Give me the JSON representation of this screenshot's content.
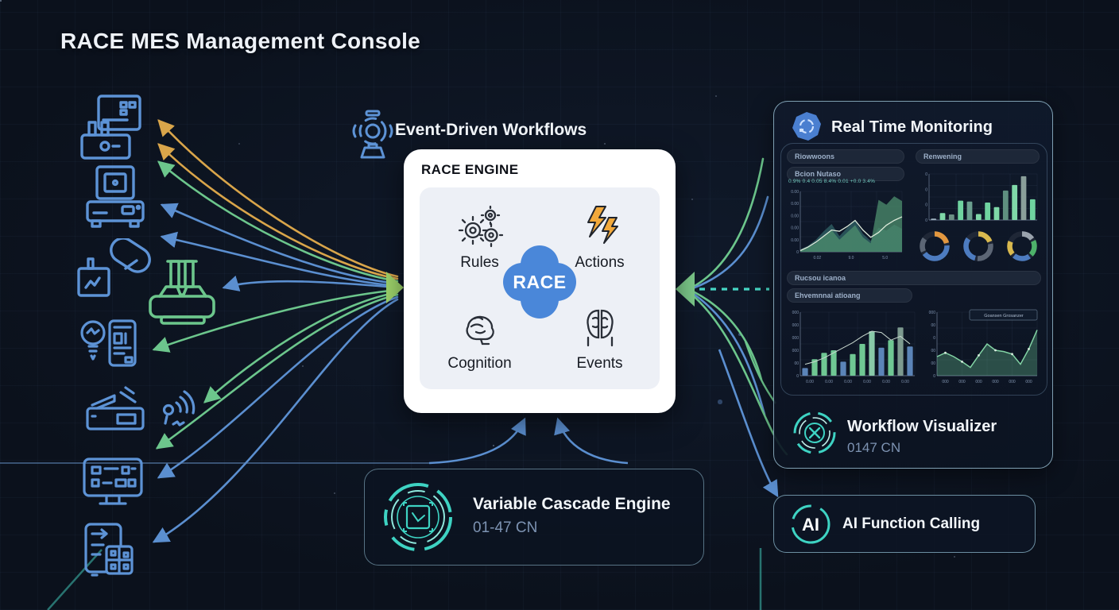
{
  "title": "RACE MES Management Console",
  "center": {
    "header": "Event-Driven Workflows",
    "engine_title": "RACE ENGINE",
    "core_label": "RACE",
    "quadrants": [
      {
        "label": "Rules",
        "icon": "gears-icon"
      },
      {
        "label": "Actions",
        "icon": "lightning-icon"
      },
      {
        "label": "Cognition",
        "icon": "brain-icon"
      },
      {
        "label": "Events",
        "icon": "split-brain-icon"
      }
    ]
  },
  "monitoring": {
    "title": "Real Time Monitoring",
    "pills": {
      "top_left": "Riowwoons",
      "top_left_sub": "Bcion Nutaso",
      "top_right": "Renwening",
      "bottom_wide": "Rucsou icanoa",
      "bottom_sub": "Ehvemnnai atioang"
    },
    "legend_line": "0.9% 0.4 0.05  8.4% 0.01 +0.0 3.4%",
    "workflow": {
      "title": "Workflow Visualizer",
      "subtitle": "0147 CN"
    }
  },
  "ai_box": {
    "label": "AI Function Calling",
    "icon_text": "AI"
  },
  "cascade": {
    "title": "Variable Cascade Engine",
    "subtitle": "01-47 CN"
  },
  "left_icons": [
    "plc-machine-icon",
    "printer-scanner-icon",
    "controller-capsule-icon",
    "molding-machine-icon",
    "bulb-phone-icon",
    "workbench-icon",
    "wifi-antenna-icon",
    "dashboard-monitor-icon",
    "server-grid-icon"
  ],
  "colors": {
    "arrow_orange": "#d9a54a",
    "arrow_green": "#6cc68c",
    "arrow_blue": "#5b8fd0",
    "accent_teal": "#3ed3c3",
    "core_blue": "#4a87d9",
    "panel_border": "#9fc6da",
    "bolt_yellow": "#f2a93b"
  },
  "chart_data": [
    {
      "id": "monitor-area",
      "type": "area",
      "y_ticks": [
        "0",
        "0.00",
        "0.00",
        "0.00",
        "0.00",
        "0.00"
      ],
      "x_ticks": [
        "0.02",
        "9.0",
        "5.0"
      ],
      "series": [
        {
          "name": "dark-area",
          "color": "#2e5f63",
          "opacity": 0.8,
          "values": [
            4,
            10,
            20,
            34,
            46,
            26,
            40,
            52,
            30,
            18,
            40,
            35,
            45,
            38
          ]
        },
        {
          "name": "green-area",
          "color": "#4e8f6d",
          "opacity": 0.75,
          "values": [
            2,
            7,
            14,
            26,
            36,
            20,
            32,
            44,
            24,
            14,
            86,
            78,
            92,
            84
          ]
        },
        {
          "name": "trend-line",
          "color": "#dcead9",
          "kind": "line",
          "values": [
            2,
            8,
            16,
            26,
            36,
            34,
            42,
            52,
            36,
            24,
            32,
            44,
            52,
            58
          ]
        }
      ]
    },
    {
      "id": "monitor-bars",
      "type": "bar",
      "y_ticks": [
        "0",
        "0",
        "0",
        "0"
      ],
      "values": [
        3,
        15,
        12,
        42,
        40,
        13,
        38,
        28,
        64,
        76,
        95,
        45
      ],
      "colors": [
        "#9fb3c0",
        "#7fd8a8",
        "#6b8f85",
        "#6fd3a0",
        "#6b9f8f",
        "#7fd8a8",
        "#6fd3a0",
        "#7fd8a8",
        "#5f8f80",
        "#7fd8a8",
        "#8a9f9a",
        "#6fd3a0"
      ]
    },
    {
      "id": "monitor-donuts",
      "type": "pie",
      "donuts": [
        {
          "segments": [
            {
              "color": "#e2973f",
              "pct": 24
            },
            {
              "color": "#4d7cc0",
              "pct": 44
            },
            {
              "color": "#5c6675",
              "pct": 20
            }
          ]
        },
        {
          "segments": [
            {
              "color": "#d9b94e",
              "pct": 22
            },
            {
              "color": "#5c6675",
              "pct": 32
            },
            {
              "color": "#4d7cc0",
              "pct": 34
            }
          ]
        },
        {
          "segments": [
            {
              "color": "#9aa3ad",
              "pct": 18
            },
            {
              "color": "#4db26a",
              "pct": 22
            },
            {
              "color": "#4d7cc0",
              "pct": 24
            },
            {
              "color": "#d9b94e",
              "pct": 20
            }
          ]
        }
      ]
    },
    {
      "id": "env-bars",
      "type": "bar",
      "y_ticks": [
        "0",
        "00",
        "000",
        "000",
        "000",
        "000"
      ],
      "x_ticks": [
        "0.00",
        "0.00",
        "0.00",
        "0.00",
        "0.00",
        "0.00"
      ],
      "values": [
        12,
        26,
        36,
        40,
        22,
        34,
        50,
        70,
        44,
        56,
        76,
        46
      ],
      "colors": [
        "#5b84b8",
        "#6fc793",
        "#6fc793",
        "#6fc793",
        "#5b84b8",
        "#6fc793",
        "#6fc793",
        "#88c9a8",
        "#5b84b8",
        "#6fc793",
        "#7d9a8f",
        "#5b84b8"
      ],
      "line": [
        18,
        22,
        28,
        36,
        44,
        52,
        62,
        70,
        68,
        56,
        62,
        50
      ]
    },
    {
      "id": "forecast-line",
      "type": "line",
      "legend_box": "Goansen Grosanzer",
      "y_ticks": [
        "0",
        "00",
        "00",
        "0",
        "00",
        "000"
      ],
      "x_ticks": [
        "000",
        "000",
        "000",
        "000",
        "000",
        "000"
      ],
      "values": [
        30,
        36,
        30,
        22,
        13,
        32,
        50,
        40,
        38,
        34,
        18,
        42,
        72
      ]
    }
  ]
}
